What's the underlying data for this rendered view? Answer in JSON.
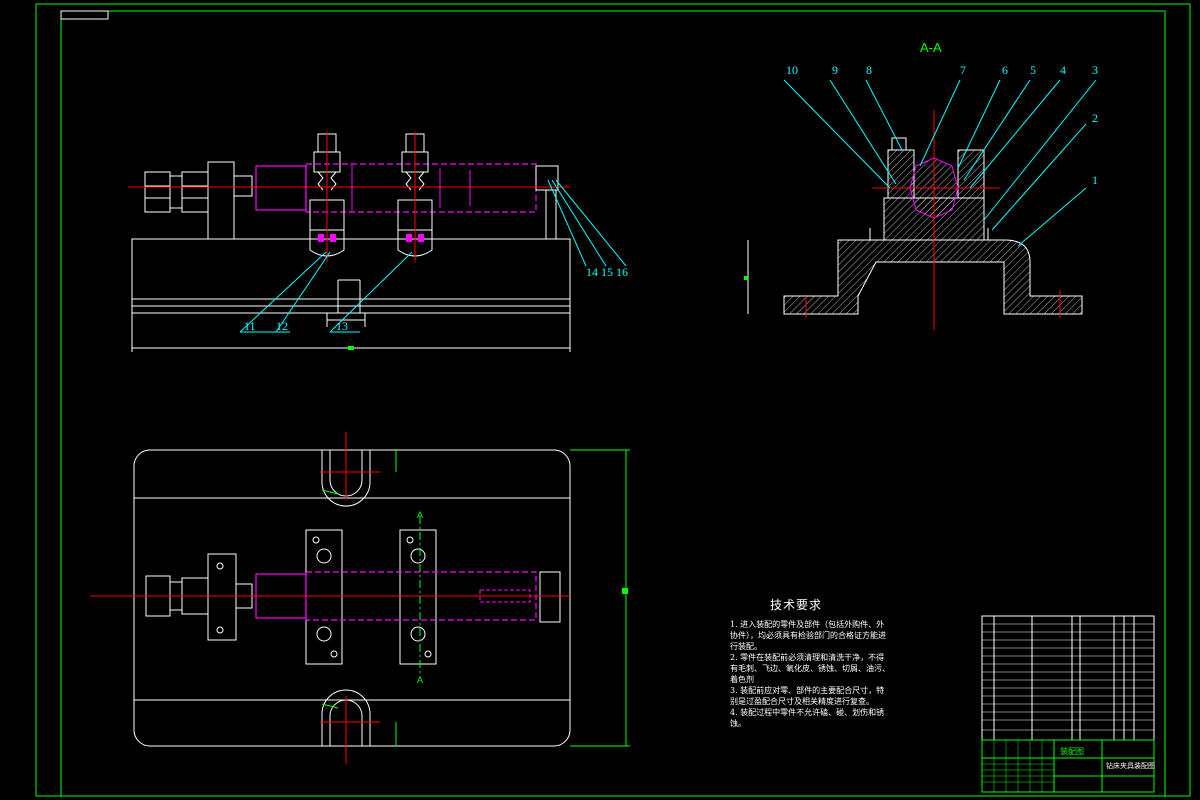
{
  "drawing": {
    "section_label": "A-A",
    "section_marker": "A",
    "balloons_section": [
      "10",
      "9",
      "8",
      "7",
      "6",
      "5",
      "4",
      "3",
      "2",
      "1"
    ],
    "balloons_front": [
      "11",
      "12",
      "13"
    ],
    "balloons_front_right": "14 15 16",
    "tech_title": "技术要求",
    "tech_items": [
      "1. 进入装配的零件及部件（包括外购件、外协件），均必须具有检验部门的合格证方能进行装配。",
      "2. 零件在装配前必须清理和清洗干净，不得有毛刺、飞边、氧化皮、锈蚀、切屑、油污、着色剂",
      "3. 装配前应对零、部件的主要配合尺寸，特别是过盈配合尺寸及相关精度进行复查。",
      "4. 装配过程中零件不允许磕、碰、划伤和锈蚀。"
    ],
    "title_block": {
      "drawing_name": "装配图",
      "part_name": "钻床夹具装配图"
    }
  },
  "colors": {
    "frame": "#00ff00",
    "outline": "#ffffff",
    "part": "#ff00ff",
    "center": "#ff0000",
    "leader": "#00ffff",
    "hatch": "#ffffff"
  }
}
